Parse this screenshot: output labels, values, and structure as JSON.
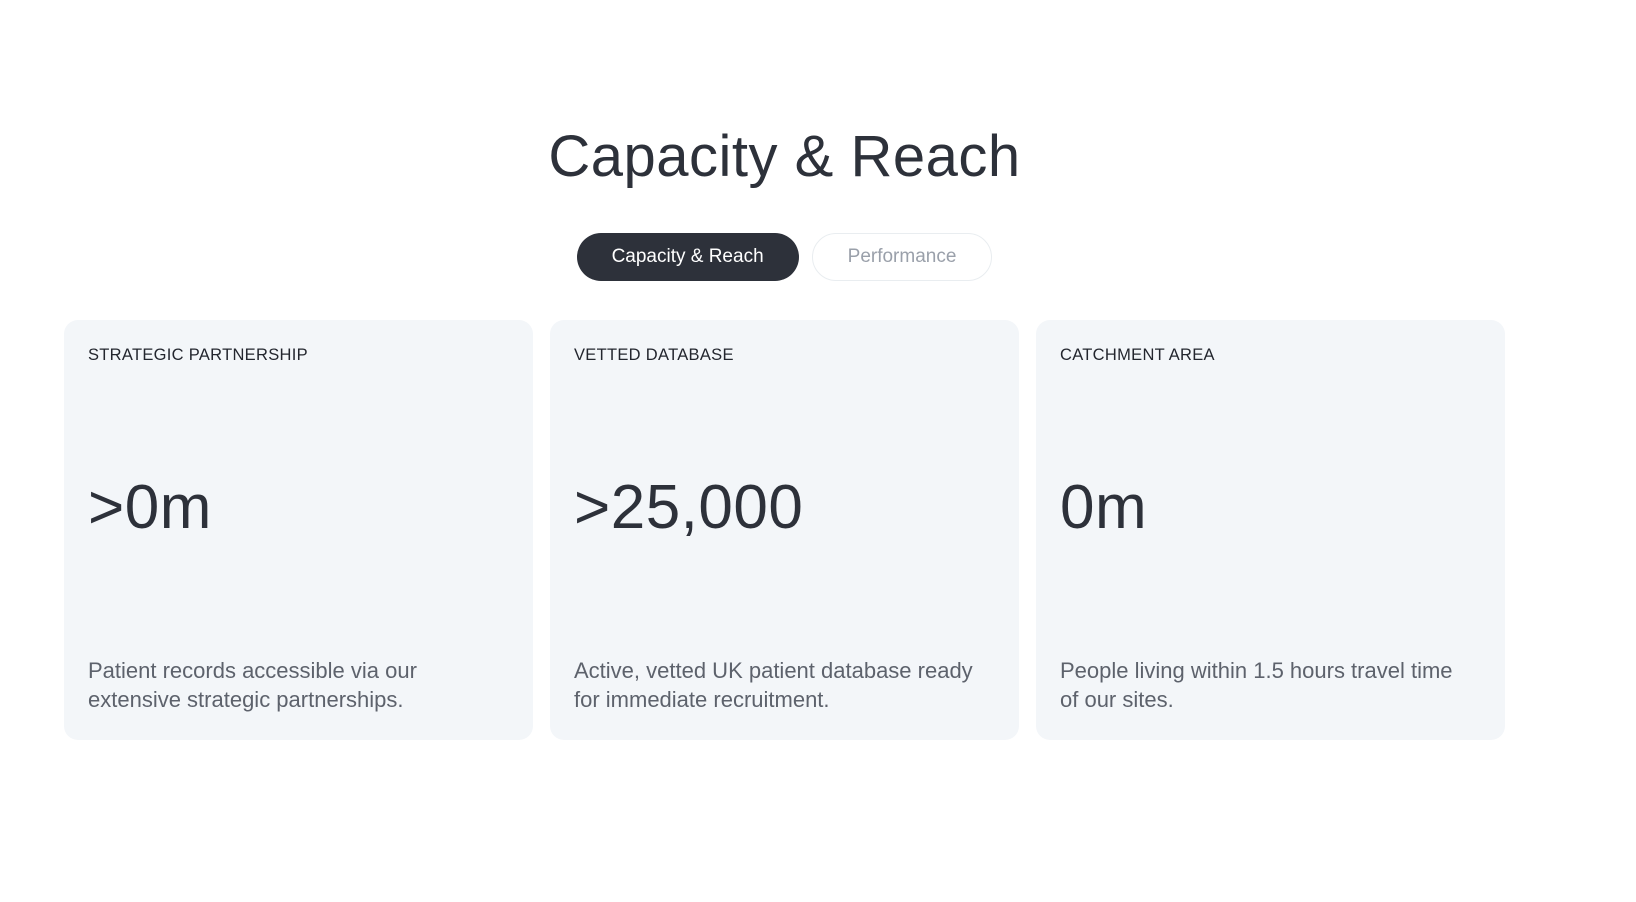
{
  "colors": {
    "dark": "#2d313a",
    "card-bg": "#f3f6f9",
    "desc-text": "#5d626c",
    "label-text": "#23262e",
    "inactive-tab-text": "#9aa0aa",
    "inactive-tab-border": "#e9edf0",
    "page-bg": "#ffffff"
  },
  "header": {
    "title": "Capacity & Reach"
  },
  "tabs": [
    {
      "label": "Capacity & Reach",
      "active": true
    },
    {
      "label": "Performance",
      "active": false
    }
  ],
  "cards": [
    {
      "label": "STRATEGIC PARTNERSHIP",
      "stat": ">0m",
      "description": "Patient records accessible via our extensive strategic partnerships."
    },
    {
      "label": "VETTED DATABASE",
      "stat": ">25,000",
      "description": "Active, vetted UK patient database ready for immediate recruitment."
    },
    {
      "label": "CATCHMENT AREA",
      "stat": "0m",
      "description": "People living within 1.5 hours travel time of our sites."
    }
  ]
}
